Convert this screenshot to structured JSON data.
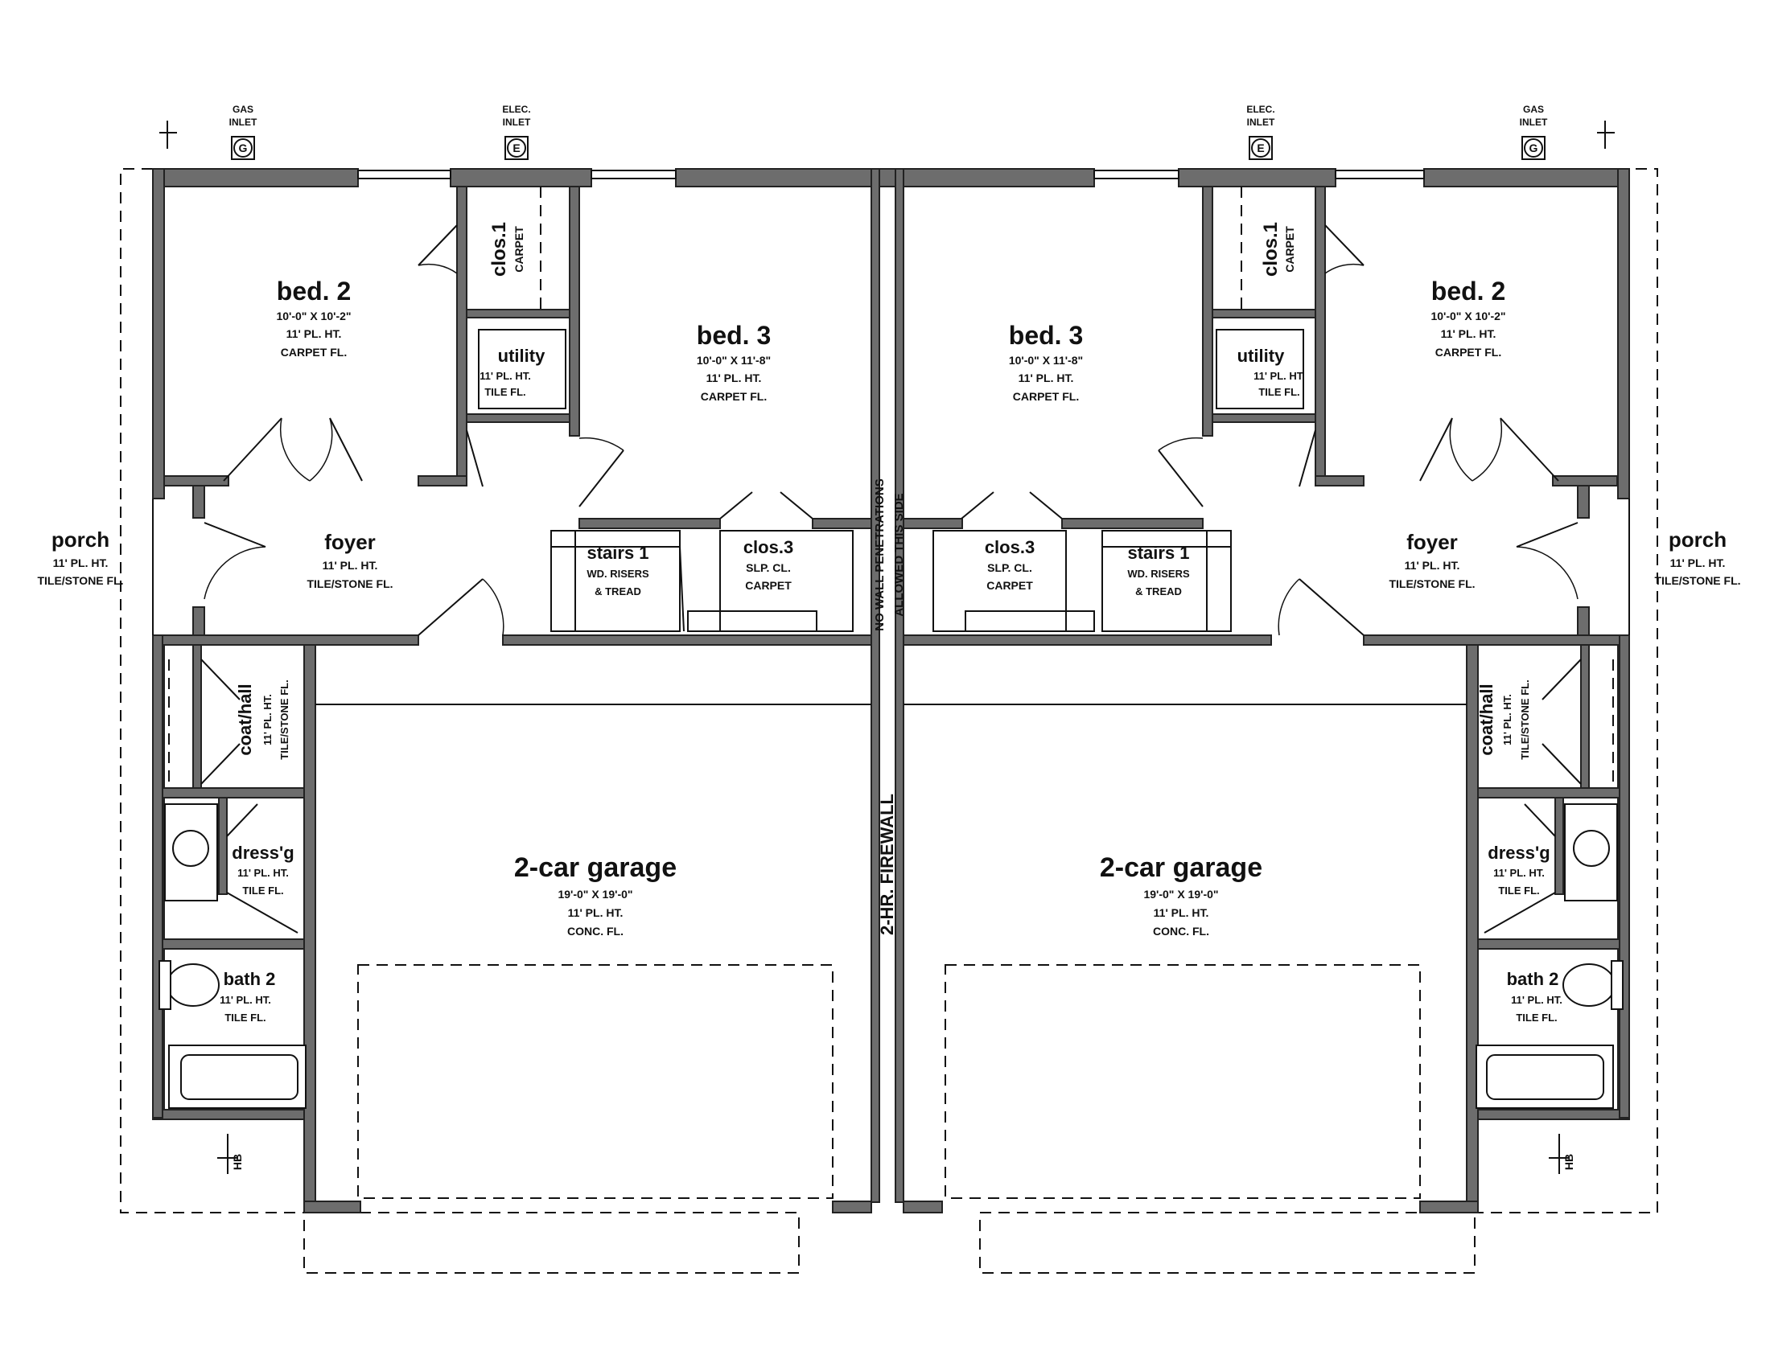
{
  "plan": {
    "left_unit": {
      "porch": {
        "name": "porch",
        "line1": "11' PL. HT.",
        "line2": "TILE/STONE FL."
      },
      "bed2": {
        "name": "bed. 2",
        "dims": "10'-0\" X 10'-2\"",
        "line1": "11' PL. HT.",
        "line2": "CARPET FL."
      },
      "bed3": {
        "name": "bed. 3",
        "dims": "10'-0\" X 11'-8\"",
        "line1": "11' PL. HT.",
        "line2": "CARPET FL."
      },
      "clos1": {
        "name": "clos.1",
        "line1": "CARPET"
      },
      "utility": {
        "name": "utility",
        "line1": "11' PL. HT.",
        "line2": "TILE FL."
      },
      "foyer": {
        "name": "foyer",
        "line1": "11' PL. HT.",
        "line2": "TILE/STONE FL."
      },
      "stairs": {
        "name": "stairs 1",
        "line1": "WD. RISERS",
        "line2": "& TREAD"
      },
      "clos3": {
        "name": "clos.3",
        "line1": "SLP. CL.",
        "line2": "CARPET"
      },
      "coat_hall": {
        "name": "coat/hall",
        "line1": "11' PL. HT.",
        "line2": "TILE/STONE FL."
      },
      "dressg": {
        "name": "dress'g",
        "line1": "11' PL. HT.",
        "line2": "TILE FL."
      },
      "bath2": {
        "name": "bath 2",
        "line1": "11' PL. HT.",
        "line2": "TILE FL."
      },
      "garage": {
        "name": "2-car garage",
        "dims": "19'-0\" X 19'-0\"",
        "line1": "11' PL. HT.",
        "line2": "CONC. FL."
      },
      "gas_inlet": {
        "line1": "GAS",
        "line2": "INLET",
        "symbol": "G"
      },
      "elec_inlet": {
        "line1": "ELEC.",
        "line2": "INLET",
        "symbol": "E"
      },
      "hose_bib": "HB"
    },
    "right_unit": {
      "porch": {
        "name": "porch",
        "line1": "11' PL. HT.",
        "line2": "TILE/STONE FL."
      },
      "bed2": {
        "name": "bed. 2",
        "dims": "10'-0\" X 10'-2\"",
        "line1": "11' PL. HT.",
        "line2": "CARPET FL."
      },
      "bed3": {
        "name": "bed. 3",
        "dims": "10'-0\" X 11'-8\"",
        "line1": "11' PL. HT.",
        "line2": "CARPET FL."
      },
      "clos1": {
        "name": "clos.1",
        "line1": "CARPET"
      },
      "utility": {
        "name": "utility",
        "line1": "11' PL. HT.",
        "line2": "TILE FL."
      },
      "foyer": {
        "name": "foyer",
        "line1": "11' PL. HT.",
        "line2": "TILE/STONE FL."
      },
      "stairs": {
        "name": "stairs 1",
        "line1": "WD. RISERS",
        "line2": "& TREAD"
      },
      "clos3": {
        "name": "clos.3",
        "line1": "SLP. CL.",
        "line2": "CARPET"
      },
      "coat_hall": {
        "name": "coat/hall",
        "line1": "11' PL. HT.",
        "line2": "TILE/STONE FL."
      },
      "dressg": {
        "name": "dress'g",
        "line1": "11' PL. HT.",
        "line2": "TILE FL."
      },
      "bath2": {
        "name": "bath 2",
        "line1": "11' PL. HT.",
        "line2": "TILE FL."
      },
      "garage": {
        "name": "2-car garage",
        "dims": "19'-0\" X 19'-0\"",
        "line1": "11' PL. HT.",
        "line2": "CONC. FL."
      },
      "gas_inlet": {
        "line1": "GAS",
        "line2": "INLET",
        "symbol": "G"
      },
      "elec_inlet": {
        "line1": "ELEC.",
        "line2": "INLET",
        "symbol": "E"
      },
      "hose_bib": "HB"
    },
    "firewall": {
      "note1": "NO WALL PENETRATIONS",
      "note2": "ALLOWED THIS SIDE",
      "label": "2-HR. FIREWALL"
    },
    "colors": {
      "wall_fill": "#6d6d6d",
      "line": "#111111",
      "background": "#ffffff"
    }
  }
}
